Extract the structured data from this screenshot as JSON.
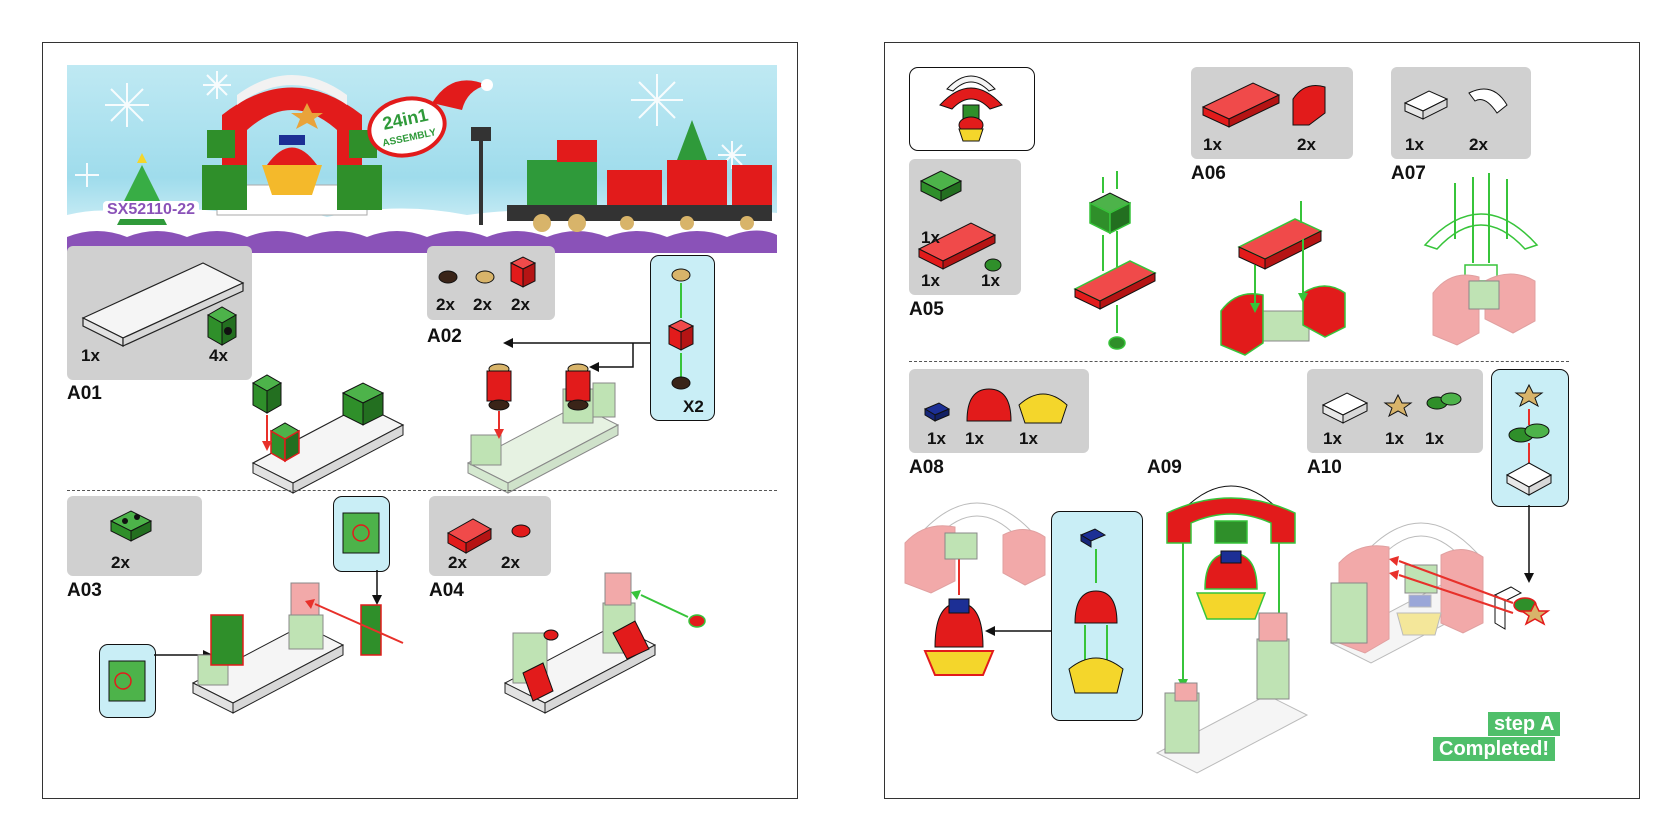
{
  "banner": {
    "model_code": "SX52110-22",
    "assembly_badge_line1": "24in1",
    "assembly_badge_line2": "ASSEMBLY"
  },
  "steps": [
    {
      "id": "A01",
      "parts": [
        {
          "count": "1x",
          "name": "white-plate-2x8"
        },
        {
          "count": "4x",
          "name": "green-brick-1x1"
        }
      ]
    },
    {
      "id": "A02",
      "parts": [
        {
          "count": "2x",
          "name": "brown-round-plate"
        },
        {
          "count": "2x",
          "name": "tan-round-plate"
        },
        {
          "count": "2x",
          "name": "red-brick-1x1"
        }
      ],
      "callout_multiplier": "X2"
    },
    {
      "id": "A03",
      "parts": [
        {
          "count": "2x",
          "name": "green-bracket"
        }
      ]
    },
    {
      "id": "A04",
      "parts": [
        {
          "count": "2x",
          "name": "red-slope"
        },
        {
          "count": "2x",
          "name": "red-round-tile"
        }
      ]
    },
    {
      "id": "A05",
      "parts": [
        {
          "count": "1x",
          "name": "green-bracket"
        },
        {
          "count": "1x",
          "name": "red-plate-1x4"
        },
        {
          "count": "1x",
          "name": "green-round-plate"
        }
      ]
    },
    {
      "id": "A06",
      "parts": [
        {
          "count": "1x",
          "name": "red-plate-1x4"
        },
        {
          "count": "2x",
          "name": "red-curved-brick"
        }
      ]
    },
    {
      "id": "A07",
      "parts": [
        {
          "count": "1x",
          "name": "white-plate-1x2"
        },
        {
          "count": "2x",
          "name": "white-curved-slope"
        }
      ]
    },
    {
      "id": "A08",
      "parts": [
        {
          "count": "1x",
          "name": "blue-bracket"
        },
        {
          "count": "1x",
          "name": "red-dome"
        },
        {
          "count": "1x",
          "name": "yellow-skirt"
        }
      ]
    },
    {
      "id": "A09",
      "parts": []
    },
    {
      "id": "A10",
      "parts": [
        {
          "count": "1x",
          "name": "white-jumper-plate"
        },
        {
          "count": "1x",
          "name": "tan-star"
        },
        {
          "count": "1x",
          "name": "green-leaves"
        }
      ]
    }
  ],
  "completion": {
    "line1": "step A",
    "line2": "Completed!"
  },
  "colors": {
    "red": "#e21b1b",
    "green": "#2f8f2a",
    "light_green": "#bfe3b4",
    "light_red": "#f2a9a9",
    "callout_blue": "#c9eef6",
    "part_box_gray": "#d0d0d0",
    "arrow_red": "#e8302a",
    "arrow_green": "#37c43a",
    "badge_green": "#4fbf6a",
    "yellow": "#f4d62b",
    "blue": "#1c2f95",
    "tan": "#d8b46a"
  }
}
